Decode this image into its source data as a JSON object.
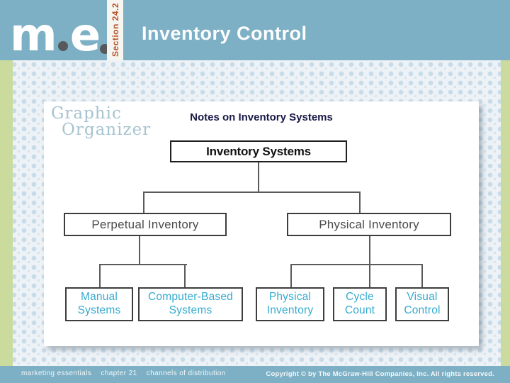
{
  "slide": {
    "header": {
      "logo_m": "m",
      "logo_e": "e",
      "section": "Section 24.2",
      "title": "Inventory Control"
    },
    "organizer": {
      "brand_line1": "Graphic",
      "brand_line2": "Organizer",
      "heading": "Notes on Inventory Systems"
    },
    "footer": {
      "left_parts": [
        "marketing essentials",
        "chapter 21",
        "channels of distribution"
      ],
      "right": "Copyright © by The McGraw-Hill Companies, Inc. All rights reserved."
    }
  },
  "diagram": {
    "type": "tree",
    "title": "Notes on Inventory Systems",
    "root": {
      "label": "Inventory Systems"
    },
    "branches": [
      {
        "label": "Perpetual Inventory",
        "children": [
          {
            "line1": "Manual",
            "line2": "Systems"
          },
          {
            "line1": "Computer-Based",
            "line2": "Systems"
          }
        ]
      },
      {
        "label": "Physical Inventory",
        "children": [
          {
            "line1": "Physical",
            "line2": "Inventory"
          },
          {
            "line1": "Cycle",
            "line2": "Count"
          },
          {
            "line1": "Visual",
            "line2": "Control"
          }
        ]
      }
    ]
  },
  "colors": {
    "header_bg": "#7db0c5",
    "accent_stripe": "#cbdb9e",
    "section_text": "#b5532c",
    "leaf_text": "#35aacf",
    "heading_text": "#191947",
    "brand_text": "#a6c4cf",
    "logo_dot": "#57595c"
  }
}
